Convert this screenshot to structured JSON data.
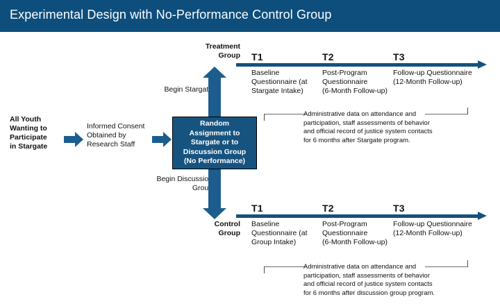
{
  "header": {
    "title": "Experimental Design with No-Performance Control Group",
    "bg_color": "#0d4e7c",
    "text_color": "#ffffff"
  },
  "colors": {
    "arrow_blue": "#1c5d8e",
    "timeline_blue": "#14517e",
    "box_fill": "#17537f",
    "box_border": "#000000",
    "bracket_gray": "#6b6b6b"
  },
  "intake": {
    "source_label": "All Youth\nWanting to\nParticipate\nin Stargate",
    "consent_label": "Informed Consent\nObtained by\nResearch Staff",
    "arrow_1_name": "arrow-youth-to-consent",
    "arrow_2_name": "arrow-consent-to-randomization"
  },
  "randomization": {
    "box_label": "Random\nAssignment to\nStargate or to\nDiscussion Group\n(No Performance)"
  },
  "branches": {
    "treatment_path_label": "Begin Stargate",
    "control_path_label": "Begin Discussion\nGroup"
  },
  "treatment": {
    "group_label": "Treatment\nGroup",
    "timepoints": [
      {
        "tick": "T1",
        "text": "Baseline\nQuestionnaire (at\nStargate Intake)"
      },
      {
        "tick": "T2",
        "text": "Post-Program\nQuestionnaire\n(6-Month Follow-up)"
      },
      {
        "tick": "T3",
        "text": "Follow-up Questionnaire\n(12-Month Follow-up)"
      }
    ],
    "admin_note": "Administrative data on attendance and\nparticipation, staff assessments of behavior\nand official record of justice system contacts\nfor 6 months after Stargate program."
  },
  "control": {
    "group_label": "Control\nGroup",
    "timepoints": [
      {
        "tick": "T1",
        "text": "Baseline\nQuestionnaire (at\nGroup Intake)"
      },
      {
        "tick": "T2",
        "text": "Post-Program\nQuestionnaire\n(6-Month Follow-up)"
      },
      {
        "tick": "T3",
        "text": "Follow-up Questionnaire\n(12-Month Follow-up)"
      }
    ],
    "admin_note": "Administrative data on attendance and\nparticipation, staff assessments of behavior\nand official record of justice system contacts\nfor 6 months after discussion group program."
  }
}
